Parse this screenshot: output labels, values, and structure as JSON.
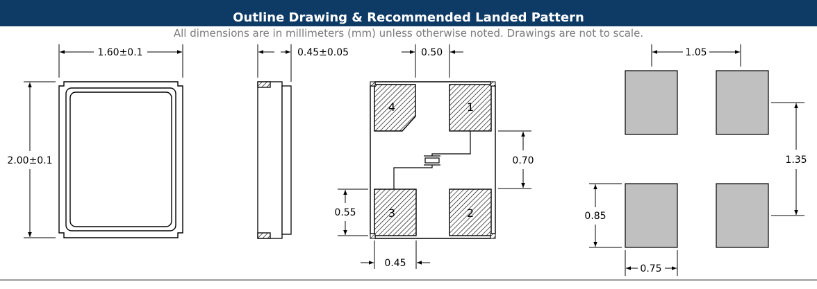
{
  "header": {
    "title": "Outline Drawing & Recommended Landed Pattern",
    "subtitle": "All dimensions are in millimeters (mm) unless otherwise noted. Drawings are not to scale."
  },
  "top_view": {
    "width_label": "1.60±0.1",
    "height_label": "2.00±0.1"
  },
  "side_view": {
    "thickness_label": "0.45±0.05"
  },
  "bottom_view": {
    "pad_spacing_label": "0.50",
    "pad_pitch_label": "0.70",
    "pad_height_label": "0.55",
    "pad_width_label": "0.45",
    "pads": [
      "1",
      "2",
      "3",
      "4"
    ]
  },
  "land_pattern": {
    "horizontal_pitch_label": "1.05",
    "vertical_pitch_label": "1.35",
    "pad_height_label": "0.85",
    "pad_width_label": "0.75"
  },
  "colors": {
    "header_bg": "#0e3a66",
    "land_pad_fill": "#c0c0c0"
  }
}
